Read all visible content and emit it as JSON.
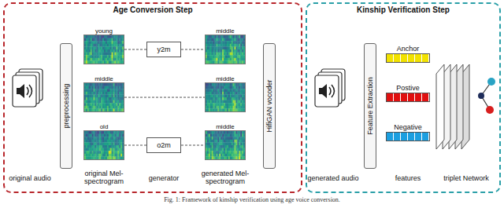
{
  "diagram": {
    "caption": "Fig. 1: Framework of kinship verification using age voice conversion.",
    "nodes": [
      {
        "text": [
          "Age Conversion Step"
        ]
      },
      {
        "text": [
          "preprocessing"
        ],
        "in": 0
      },
      {
        "text": [
          "young"
        ],
        "in": 0
      },
      {
        "text": [
          "middle"
        ],
        "in": 0
      },
      {
        "text": [
          "old"
        ],
        "in": 0
      },
      {
        "text": [
          "y2m"
        ],
        "in": 0
      },
      {
        "text": [
          "o2m"
        ],
        "in": 0
      },
      {
        "text": [
          "middle"
        ],
        "in": 0
      },
      {
        "text": [
          "middle"
        ],
        "in": 0
      },
      {
        "text": [
          "middle"
        ],
        "in": 0
      },
      {
        "text": [
          "HifiGAN vocoder"
        ],
        "in": 0
      },
      {
        "text": [
          "Kinship Verification Step"
        ]
      },
      {
        "text": [
          "Feature Extraction"
        ],
        "in": 11
      },
      {
        "text": [
          "Anchor"
        ],
        "in": 11
      },
      {
        "text": [
          "Postive"
        ],
        "in": 11
      },
      {
        "text": [
          "Negative"
        ],
        "in": 11
      }
    ],
    "edges": [
      {
        "from": 2,
        "to": 5,
        "arrow": "none"
      },
      {
        "from": 5,
        "to": 7,
        "arrow": "none"
      },
      {
        "from": 3,
        "to": 8,
        "arrow": "none"
      },
      {
        "from": 4,
        "to": 6,
        "arrow": "none"
      },
      {
        "from": 6,
        "to": 9,
        "arrow": "none"
      }
    ],
    "labels": [
      "original audio",
      "original Mel-spectrogram",
      "generator",
      "generated Mel-spectrogram",
      "generated audio",
      "features",
      "triplet Network"
    ]
  }
}
